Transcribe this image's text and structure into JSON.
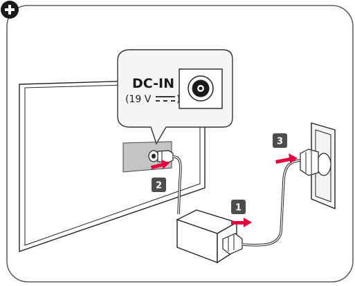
{
  "connector_label": {
    "title": "DC-IN",
    "spec": "(19 V",
    "spec_close": ")"
  },
  "steps": [
    {
      "number": "1"
    },
    {
      "number": "2"
    },
    {
      "number": "3"
    }
  ],
  "colors": {
    "frame": "#5a5a5a",
    "step_badge": "#4d4d4d",
    "arrow": "#e4003d",
    "panel": "#c4c4c4",
    "wall": "#f4f4f4"
  }
}
